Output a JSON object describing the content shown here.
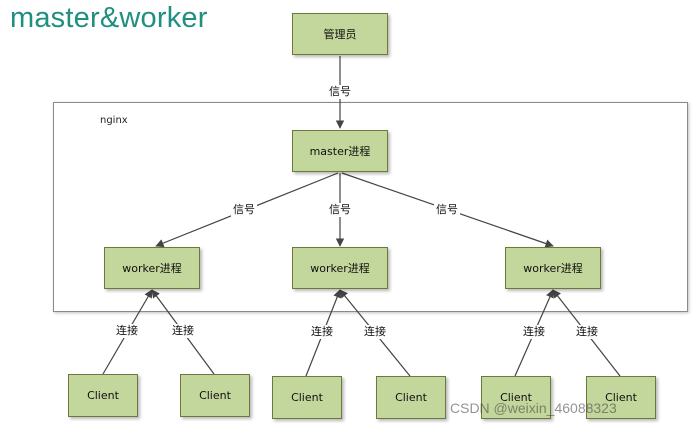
{
  "title": "master&worker",
  "container_label": "nginx",
  "nodes": {
    "admin": "管理员",
    "master": "master进程",
    "worker1": "worker进程",
    "worker2": "worker进程",
    "worker3": "worker进程",
    "client1": "Client",
    "client2": "Client",
    "client3": "Client",
    "client4": "Client",
    "client5": "Client",
    "client6": "Client"
  },
  "edge_labels": {
    "admin_master": "信号",
    "master_w1": "信号",
    "master_w2": "信号",
    "master_w3": "信号",
    "c1_w1": "连接",
    "c2_w1": "连接",
    "c3_w2": "连接",
    "c4_w2": "连接",
    "c5_w3": "连接",
    "c6_w3": "连接"
  },
  "watermark": "CSDN @weixin_46088323",
  "colors": {
    "node_fill": "#c3d69b",
    "node_border": "#6b7a3c",
    "title": "#1f8f80",
    "edge": "#444444"
  }
}
